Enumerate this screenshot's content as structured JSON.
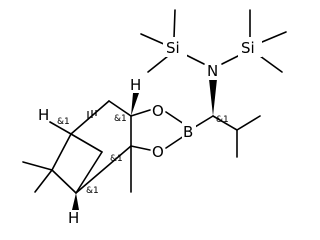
{
  "structure": {
    "atoms": {
      "si_left": "Si",
      "si_right": "Si",
      "nitrogen": "N",
      "oxygen_top": "O",
      "oxygen_bottom": "O",
      "boron": "B",
      "hydrogen_left": "H",
      "hydrogen_top": "H",
      "hydrogen_bottom": "H"
    },
    "stereo_labels": {
      "c_alpha": "&1",
      "bridgehead_left": "&1",
      "c_ring_top": "&1",
      "c_ring_bottom": "&1",
      "bridgehead_bottom": "&1"
    }
  }
}
